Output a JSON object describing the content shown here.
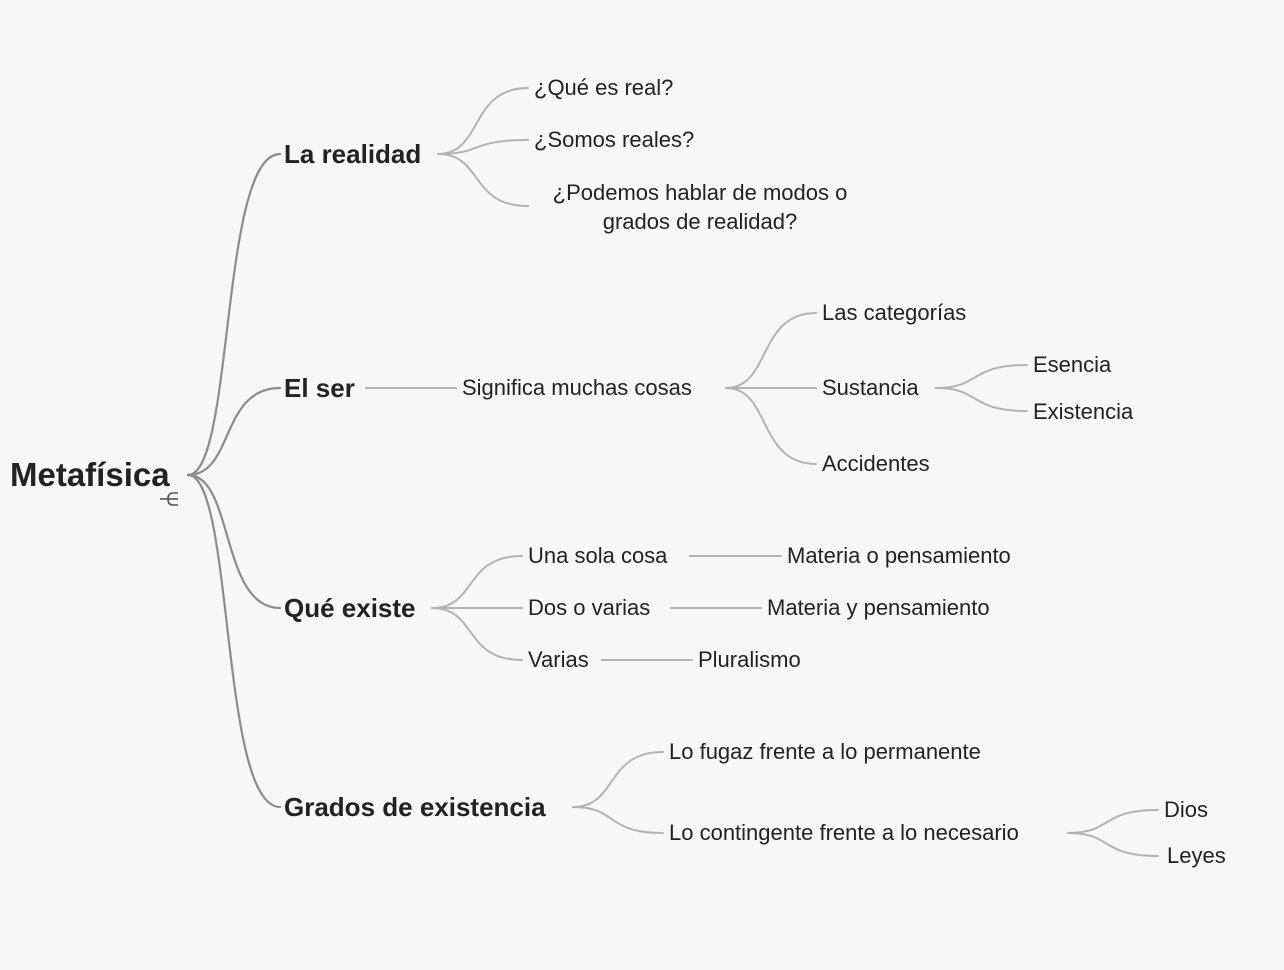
{
  "mindmap": {
    "root": "Metafísica",
    "branches": [
      {
        "label": "La realidad",
        "children": [
          {
            "label": "¿Qué es real?"
          },
          {
            "label": "¿Somos reales?"
          },
          {
            "label": "¿Podemos hablar de modos o grados de realidad?"
          }
        ]
      },
      {
        "label": "El ser",
        "children": [
          {
            "label": "Significa muchas cosas",
            "children": [
              {
                "label": "Las categorías"
              },
              {
                "label": "Sustancia",
                "children": [
                  {
                    "label": "Esencia"
                  },
                  {
                    "label": "Existencia"
                  }
                ]
              },
              {
                "label": "Accidentes"
              }
            ]
          }
        ]
      },
      {
        "label": "Qué existe",
        "children": [
          {
            "label": "Una sola cosa",
            "children": [
              {
                "label": "Materia o pensamiento"
              }
            ]
          },
          {
            "label": "Dos o varias",
            "children": [
              {
                "label": "Materia y pensamiento"
              }
            ]
          },
          {
            "label": "Varias",
            "children": [
              {
                "label": "Pluralismo"
              }
            ]
          }
        ]
      },
      {
        "label": "Grados de existencia",
        "children": [
          {
            "label": "Lo fugaz frente a lo permanente"
          },
          {
            "label": "Lo contingente frente a lo necesario",
            "children": [
              {
                "label": "Dios"
              },
              {
                "label": "Leyes"
              }
            ]
          }
        ]
      }
    ]
  },
  "colors": {
    "background": "#f7f7f7",
    "root_link": "#8c8c8c",
    "link": "#b3b3b3",
    "text": "#222222"
  },
  "icons": {
    "collapse": "collapse-icon"
  }
}
